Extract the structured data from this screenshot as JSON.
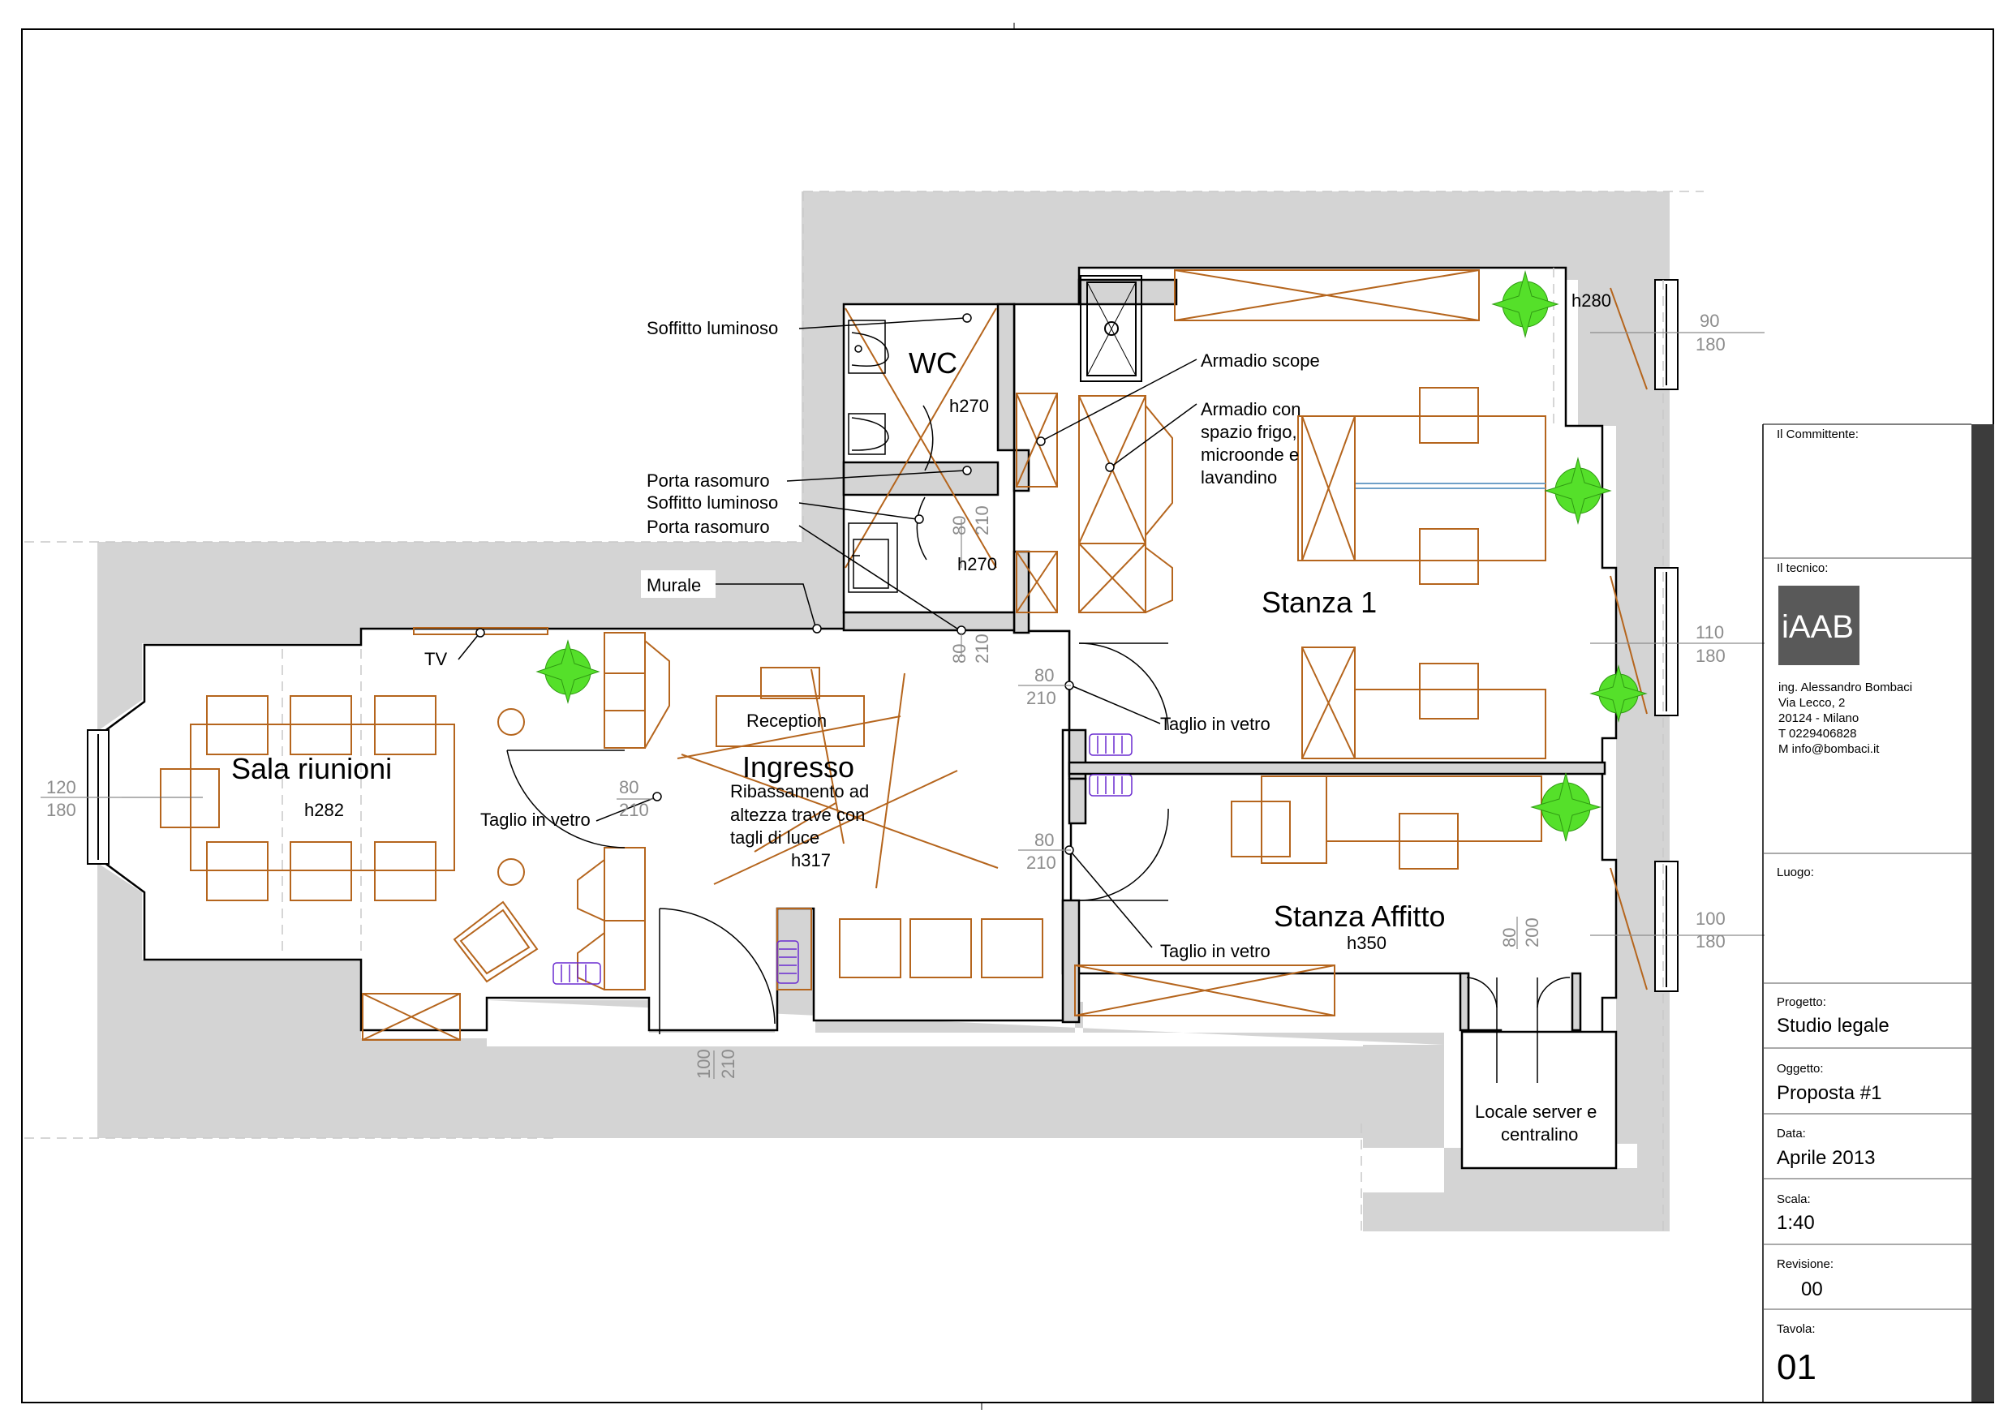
{
  "colors": {
    "wall": "#d4d4d4",
    "furniture": "#b5651d",
    "plant": "#55e02a",
    "radiator": "#6a2bd0",
    "dimension": "#8c8c8c",
    "logo_bg": "#595959",
    "titleblock_bar": "#3c3c3c"
  },
  "rooms": {
    "wc": "WC",
    "stanza1": "Stanza 1",
    "sala": "Sala riunioni",
    "ingresso": "Ingresso",
    "affitto": "Stanza Affitto",
    "server_line1": "Locale server e",
    "server_line2": "centralino",
    "reception": "Reception"
  },
  "heights": {
    "wc": "h270",
    "disimpegno": "h270",
    "stanza1": "h280",
    "sala": "h282",
    "ingresso": "h317",
    "affitto": "h350"
  },
  "notes": {
    "soffitto1": "Soffitto luminoso",
    "porta1": "Porta rasomuro",
    "soffitto2": "Soffitto luminoso",
    "porta2": "Porta rasomuro",
    "murale": "Murale",
    "tv": "TV",
    "armadio_scope": "Armadio scope",
    "armadio_frigo_l1": "Armadio con",
    "armadio_frigo_l2": "spazio frigo,",
    "armadio_frigo_l3": "microonde e",
    "armadio_frigo_l4": "lavandino",
    "taglio_sala": "Taglio in vetro",
    "taglio_st1": "Taglio in vetro",
    "taglio_aff": "Taglio in vetro",
    "ribassamento_l1": "Ribassamento ad",
    "ribassamento_l2": "altezza trave con",
    "ribassamento_l3": "tagli di luce"
  },
  "dimensions": {
    "w_st1_a_top": "90",
    "w_st1_a_bot": "180",
    "w_st1_b_top": "110",
    "w_st1_b_bot": "180",
    "w_aff_top": "100",
    "w_aff_bot": "180",
    "w_sala_top": "120",
    "w_sala_bot": "180",
    "d_sala_top": "80",
    "d_sala_bot": "210",
    "d_st1_top": "80",
    "d_st1_bot": "210",
    "d_aff_top": "80",
    "d_aff_bot": "210",
    "d_entry_a": "100",
    "d_entry_b": "210",
    "d_wc_a": "80",
    "d_wc_b": "210",
    "d_rip_a": "80",
    "d_rip_b": "210",
    "d_server_a": "80",
    "d_server_b": "200"
  },
  "titleblock": {
    "committente_label": "Il Committente:",
    "tecnico_label": "Il tecnico:",
    "logo": "iAAB",
    "eng_name": "ing. Alessandro Bombaci",
    "eng_street": "Via Lecco, 2",
    "eng_city": "20124 - Milano",
    "eng_phone": "T 0229406828",
    "eng_mail": "M info@bombaci.it",
    "luogo_label": "Luogo:",
    "progetto_label": "Progetto:",
    "progetto_value": "Studio legale",
    "oggetto_label": "Oggetto:",
    "oggetto_value": "Proposta #1",
    "data_label": "Data:",
    "data_value": "Aprile 2013",
    "scala_label": "Scala:",
    "scala_value": "1:40",
    "revisione_label": "Revisione:",
    "revisione_value": "00",
    "tavola_label": "Tavola:",
    "tavola_value": "01"
  }
}
